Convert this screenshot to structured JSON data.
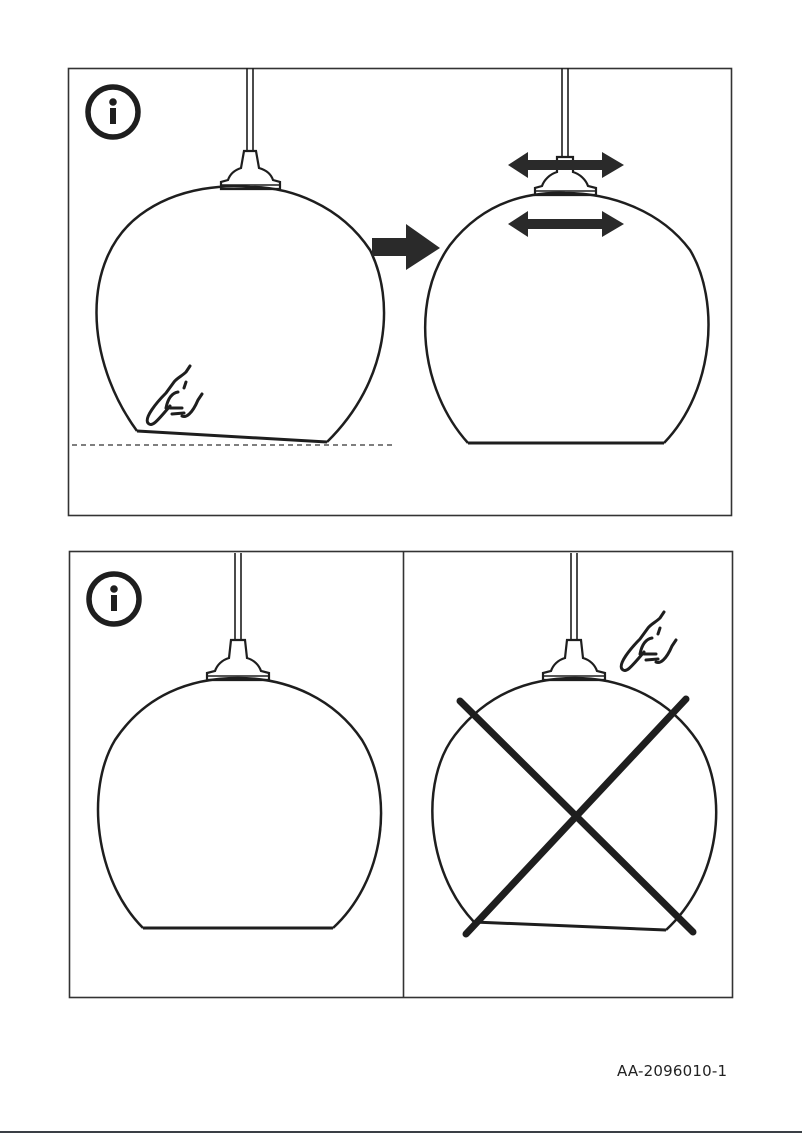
{
  "document": {
    "type": "assembly-instruction-page",
    "doc_id": "AA-2096010-1",
    "colors": {
      "ink": "#1e1e1e",
      "frame": "#333333",
      "background": "#ffffff"
    }
  },
  "panels": [
    {
      "id": "top",
      "icons": [
        "info-icon",
        "arrow-right-icon",
        "double-arrow-icon",
        "double-arrow-icon",
        "hand-pointer-icon"
      ],
      "description": "Tilted lamp shade, adjust shade position horizontally"
    },
    {
      "id": "bottom-left",
      "icons": [
        "info-icon"
      ],
      "description": "Correctly level lamp shade"
    },
    {
      "id": "bottom-right",
      "icons": [
        "hand-pointer-icon",
        "cross-mark-icon"
      ],
      "description": "Tilted lamp shade marked incorrect"
    }
  ]
}
